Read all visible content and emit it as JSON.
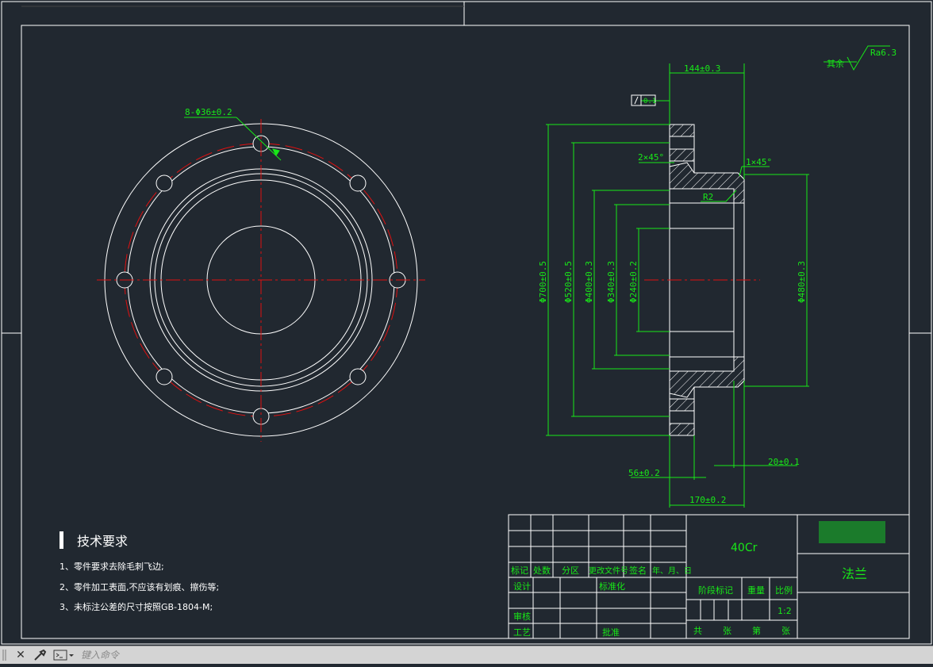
{
  "part": {
    "material": "40Cr",
    "name": "法兰",
    "scale": "1:2",
    "bolt_callout": "8-Φ36±0.2",
    "roughness_prefix": "其余",
    "roughness_value": "Ra6.3",
    "flatness_tol": "0.1",
    "chamfer_left": "2×45°",
    "chamfer_right": "1×45°",
    "fillet": "R2"
  },
  "dimensions": {
    "d700": "Φ700±0.5",
    "d520": "Φ520±0.5",
    "d400": "Φ400±0.3",
    "d340": "Φ340±0.3",
    "d240": "Φ240±0.2",
    "d480": "Φ480±0.3",
    "w144": "144±0.3",
    "w56": "56±0.2",
    "w170": "170±0.2",
    "w20": "20±0.1"
  },
  "tech": {
    "title": "技术要求",
    "notes": [
      "1、零件要求去除毛刺飞边;",
      "2、零件加工表面,不应该有划痕、擦伤等;",
      "3、未标注公差的尺寸按照GB-1804-M;"
    ]
  },
  "titleblock": {
    "h_mark": "标记",
    "h_count": "处数",
    "h_zone": "分区",
    "h_doc": "更改文件号",
    "h_sign": "签名",
    "h_date": "年、月、日",
    "design": "设计",
    "standard": "标准化",
    "review": "审核",
    "process": "工艺",
    "approve": "批准",
    "stage": "阶段标记",
    "weight": "重量",
    "scale_label": "比例",
    "total": "共",
    "sheets": "张",
    "page": "第",
    "sheet2": "张"
  },
  "command": {
    "placeholder": "键入命令"
  }
}
